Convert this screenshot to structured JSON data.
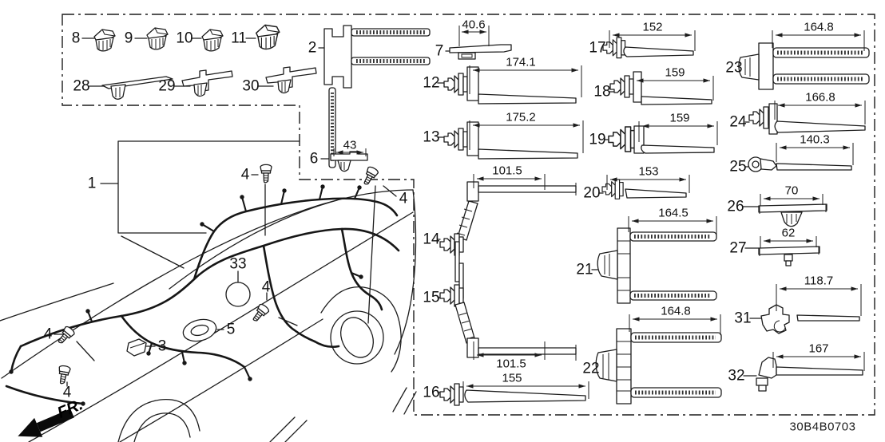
{
  "diagram": {
    "code": "30B4B0703",
    "fr_label": "FR.",
    "parts": [
      {
        "num": "1"
      },
      {
        "num": "2"
      },
      {
        "num": "3"
      },
      {
        "num": "4"
      },
      {
        "num": "5"
      },
      {
        "num": "6",
        "dim": "43"
      },
      {
        "num": "7",
        "dim": "40.6"
      },
      {
        "num": "8"
      },
      {
        "num": "9"
      },
      {
        "num": "10"
      },
      {
        "num": "11"
      },
      {
        "num": "12",
        "dim": "174.1"
      },
      {
        "num": "13",
        "dim": "175.2"
      },
      {
        "num": "14",
        "dim": "101.5"
      },
      {
        "num": "15",
        "dim": "101.5"
      },
      {
        "num": "16",
        "dim": "155"
      },
      {
        "num": "17",
        "dim": "152"
      },
      {
        "num": "18",
        "dim": "159"
      },
      {
        "num": "19",
        "dim": "159"
      },
      {
        "num": "20",
        "dim": "153"
      },
      {
        "num": "21",
        "dim": "164.5"
      },
      {
        "num": "22",
        "dim": "164.8"
      },
      {
        "num": "23",
        "dim": "164.8"
      },
      {
        "num": "24",
        "dim": "166.8"
      },
      {
        "num": "25",
        "dim": "140.3"
      },
      {
        "num": "26",
        "dim": "70"
      },
      {
        "num": "27",
        "dim": "62"
      },
      {
        "num": "28"
      },
      {
        "num": "29"
      },
      {
        "num": "30"
      },
      {
        "num": "31",
        "dim": "118.7"
      },
      {
        "num": "32",
        "dim": "167"
      },
      {
        "num": "33"
      }
    ]
  }
}
